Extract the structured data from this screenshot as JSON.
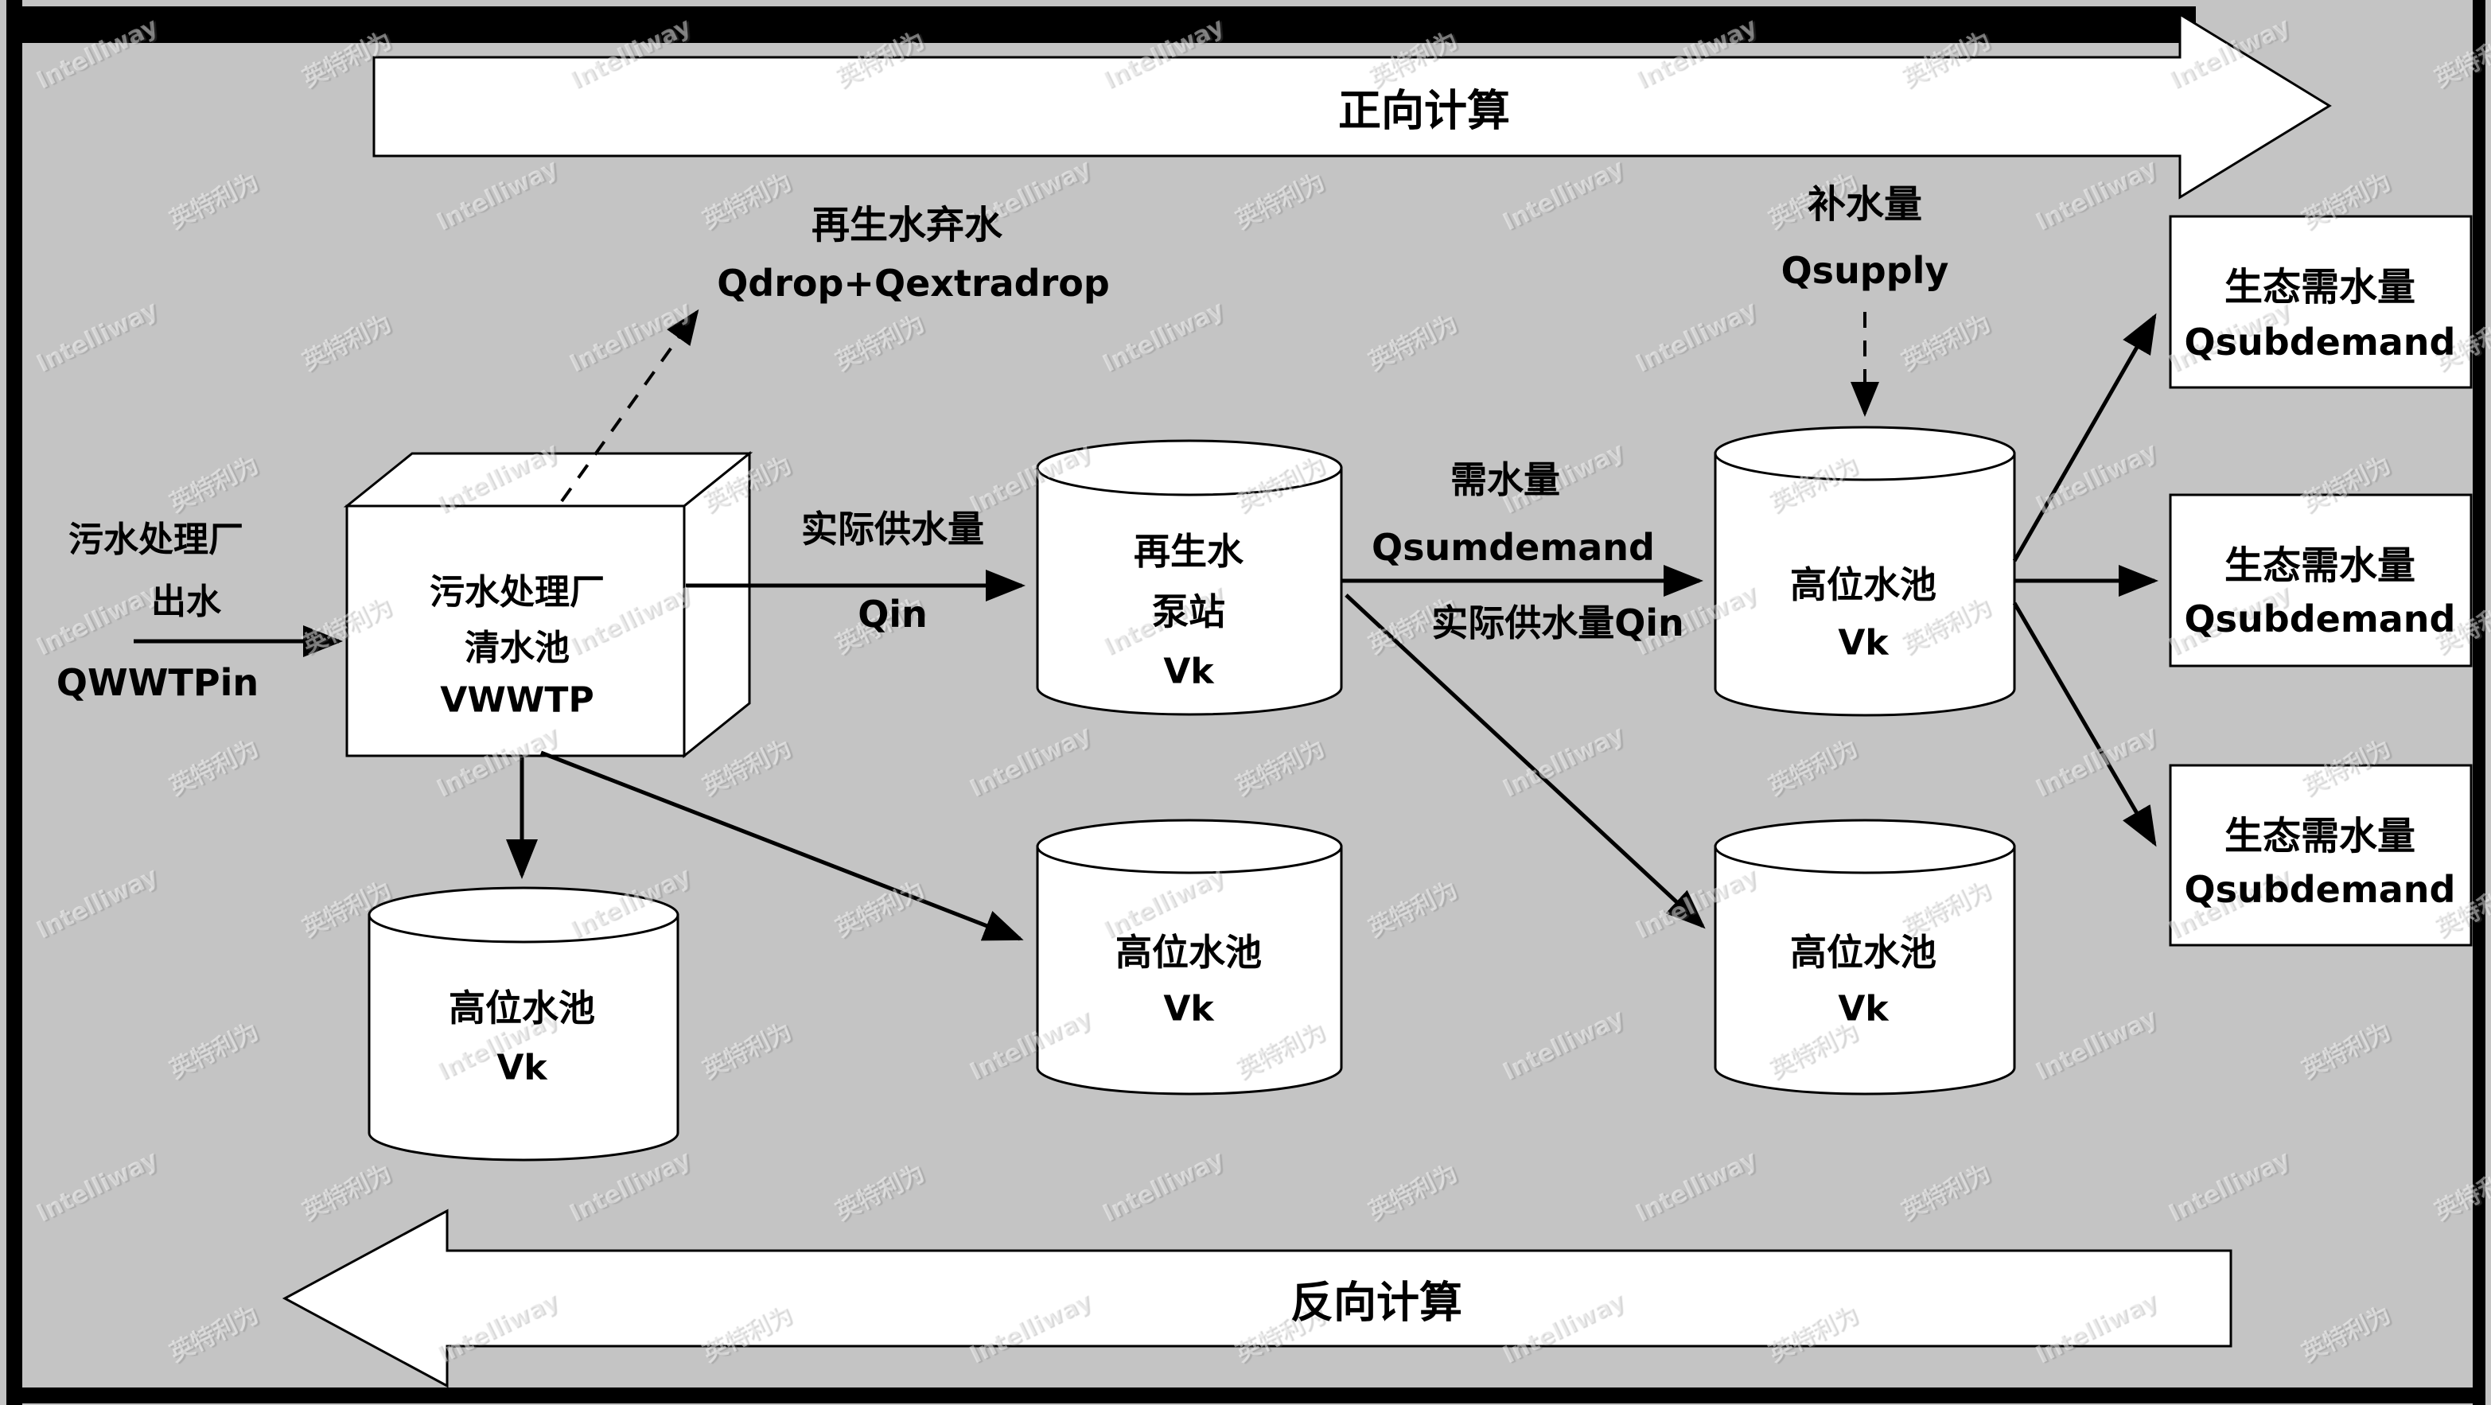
{
  "banners": {
    "forward": "正向计算",
    "backward": "反向计算"
  },
  "inlet": {
    "line1": "污水处理厂",
    "line2": "出水",
    "flow": "QWWTPin"
  },
  "wwtp_box": {
    "line1": "污水处理厂",
    "line2": "清水池",
    "line3": "VWWTP"
  },
  "drop": {
    "line1": "再生水弃水",
    "line2": "Qdrop+Qextradrop"
  },
  "supply_to_pump": {
    "line1": "实际供水量",
    "line2": "Qin"
  },
  "pump": {
    "line1": "再生水",
    "line2": "泵站",
    "line3": "Vk"
  },
  "demand": {
    "line1": "需水量",
    "line2": "Qsumdemand",
    "line3": "实际供水量Qin"
  },
  "replenish": {
    "line1": "补水量",
    "line2": "Qsupply"
  },
  "tanks": {
    "main": {
      "line1": "高位水池",
      "line2": "Vk"
    },
    "left": {
      "line1": "高位水池",
      "line2": "Vk"
    },
    "mid": {
      "line1": "高位水池",
      "line2": "Vk"
    },
    "right": {
      "line1": "高位水池",
      "line2": "Vk"
    }
  },
  "eco_boxes": [
    {
      "line1": "生态需水量",
      "line2": "Qsubdemand"
    },
    {
      "line1": "生态需水量",
      "line2": "Qsubdemand"
    },
    {
      "line1": "生态需水量",
      "line2": "Qsubdemand"
    }
  ],
  "watermarks": [
    "Intelliway",
    "英特利为"
  ],
  "colors": {
    "background": "#c4c4c4",
    "shape_fill": "#ffffff",
    "stroke": "#000000"
  }
}
